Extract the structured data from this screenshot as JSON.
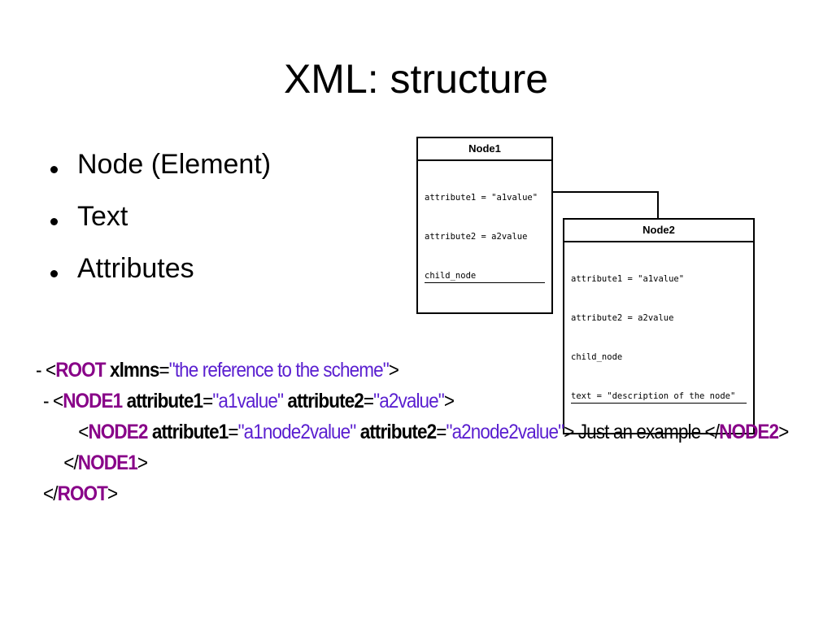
{
  "slide": {
    "title": "XML: structure",
    "bullets": [
      "Node (Element)",
      "Text",
      "Attributes"
    ]
  },
  "diagram": {
    "node1": {
      "name": "Node1",
      "attributes": [
        "attribute1 = \"a1value\"",
        "attribute2 = a2value",
        "child_node"
      ]
    },
    "node2": {
      "name": "Node2",
      "attributes": [
        "attribute1 = \"a1value\"",
        "attribute2 = a2value",
        "child_node",
        "text = \"description of the node\""
      ]
    }
  },
  "xml": {
    "root_tag": "ROOT",
    "root_attr_name": "xlmns",
    "root_attr_value": "\"the reference to the scheme\"",
    "node1_tag": "NODE1",
    "node1_attr1_name": "attribute1",
    "node1_attr1_value": "\"a1value\"",
    "node1_attr2_name": "attribute2",
    "node1_attr2_value": "\"a2value\"",
    "node2_tag": "NODE2",
    "node2_attr1_name": "attribute1",
    "node2_attr1_value": "\"a1node2value\"",
    "node2_attr2_name": "attribute2",
    "node2_attr2_value": "\"a2node2value\"",
    "node2_text": " Just an example ",
    "collapse_marker": "-",
    "open_bracket": "<",
    "close_bracket": ">",
    "end_open": "</",
    "equals": "="
  },
  "colors": {
    "tag": "#880088",
    "attr_value": "#5a1fd0"
  }
}
